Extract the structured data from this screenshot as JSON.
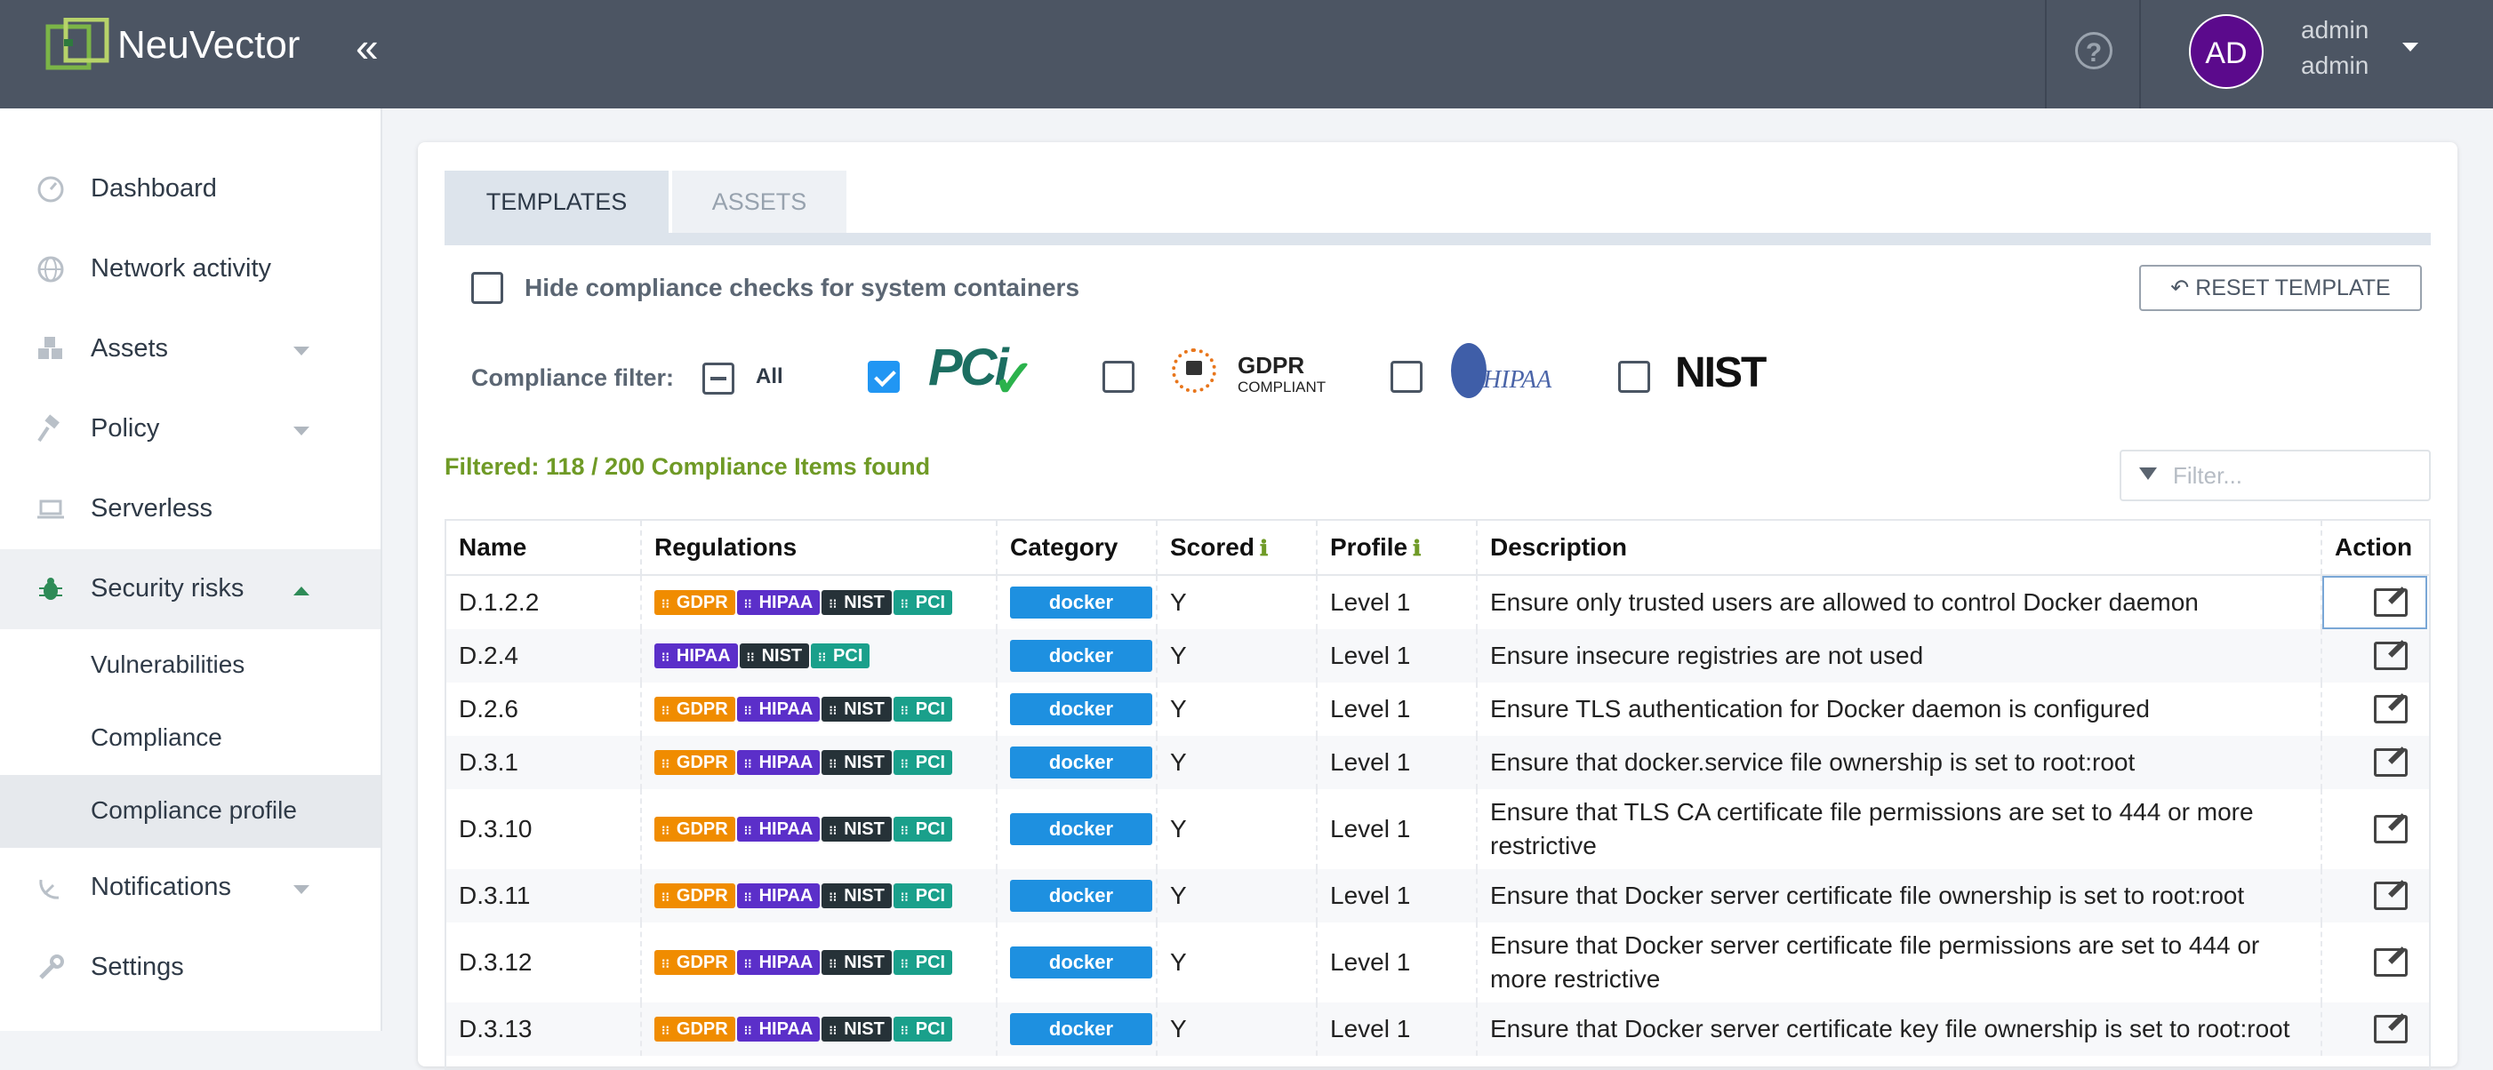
{
  "header": {
    "app_name": "NeuVector",
    "collapse_glyph": "«",
    "help_glyph": "?",
    "avatar_initials": "AD",
    "user_name": "admin",
    "user_role": "admin"
  },
  "sidebar": {
    "items": [
      {
        "label": "Dashboard",
        "icon": "gauge-icon"
      },
      {
        "label": "Network activity",
        "icon": "globe-icon"
      },
      {
        "label": "Assets",
        "icon": "cubes-icon"
      },
      {
        "label": "Policy",
        "icon": "gavel-icon"
      },
      {
        "label": "Serverless",
        "icon": "laptop-icon"
      },
      {
        "label": "Security risks",
        "icon": "bug-icon"
      },
      {
        "label": "Notifications",
        "icon": "satellite-dish-icon"
      },
      {
        "label": "Settings",
        "icon": "wrench-icon"
      }
    ],
    "sub_items": [
      "Vulnerabilities",
      "Compliance",
      "Compliance profile"
    ]
  },
  "tabs": {
    "templates": "TEMPLATES",
    "assets": "ASSETS"
  },
  "controls": {
    "hide_system_label": "Hide compliance checks for system containers",
    "reset_button": "RESET TEMPLATE",
    "reset_glyph": "↶",
    "filter_label": "Compliance filter:",
    "all_label": "All",
    "pci_logo": "PCi",
    "pci_check": "✓",
    "gdpr_title": "GDPR",
    "gdpr_sub": "COMPLIANT",
    "hipaa_logo": "HIPAA",
    "nist_logo": "NIST",
    "filtered_text": "Filtered: 118 / 200 Compliance Items found",
    "filter_placeholder": "Filter..."
  },
  "table": {
    "headers": [
      "Name",
      "Regulations",
      "Category",
      "Scored",
      "Profile",
      "Description",
      "Action"
    ],
    "info_glyph": "ℹ",
    "rows": [
      {
        "name": "D.1.2.2",
        "regs": [
          "GDPR",
          "HIPAA",
          "NIST",
          "PCI"
        ],
        "category": "docker",
        "scored": "Y",
        "profile": "Level 1",
        "desc": "Ensure only trusted users are allowed to control Docker daemon"
      },
      {
        "name": "D.2.4",
        "regs": [
          "HIPAA",
          "NIST",
          "PCI"
        ],
        "category": "docker",
        "scored": "Y",
        "profile": "Level 1",
        "desc": "Ensure insecure registries are not used"
      },
      {
        "name": "D.2.6",
        "regs": [
          "GDPR",
          "HIPAA",
          "NIST",
          "PCI"
        ],
        "category": "docker",
        "scored": "Y",
        "profile": "Level 1",
        "desc": "Ensure TLS authentication for Docker daemon is configured"
      },
      {
        "name": "D.3.1",
        "regs": [
          "GDPR",
          "HIPAA",
          "NIST",
          "PCI"
        ],
        "category": "docker",
        "scored": "Y",
        "profile": "Level 1",
        "desc": "Ensure that docker.service file ownership is set to root:root"
      },
      {
        "name": "D.3.10",
        "regs": [
          "GDPR",
          "HIPAA",
          "NIST",
          "PCI"
        ],
        "category": "docker",
        "scored": "Y",
        "profile": "Level 1",
        "desc": "Ensure that TLS CA certificate file permissions are set to 444 or more restrictive"
      },
      {
        "name": "D.3.11",
        "regs": [
          "GDPR",
          "HIPAA",
          "NIST",
          "PCI"
        ],
        "category": "docker",
        "scored": "Y",
        "profile": "Level 1",
        "desc": "Ensure that Docker server certificate file ownership is set to root:root"
      },
      {
        "name": "D.3.12",
        "regs": [
          "GDPR",
          "HIPAA",
          "NIST",
          "PCI"
        ],
        "category": "docker",
        "scored": "Y",
        "profile": "Level 1",
        "desc": "Ensure that Docker server certificate file permissions are set to 444 or more restrictive"
      },
      {
        "name": "D.3.13",
        "regs": [
          "GDPR",
          "HIPAA",
          "NIST",
          "PCI"
        ],
        "category": "docker",
        "scored": "Y",
        "profile": "Level 1",
        "desc": "Ensure that Docker server certificate key file ownership is set to root:root"
      }
    ]
  },
  "colors": {
    "topbar": "#4c5563",
    "avatar": "#5b0a8c",
    "accent_green": "#6f9a26",
    "checkbox_blue": "#2196f3",
    "docker_blue": "#1e90e0",
    "gdpr": "#f08c00",
    "hipaa": "#5b2fc9",
    "nist": "#263238",
    "pci": "#1aa08b"
  }
}
